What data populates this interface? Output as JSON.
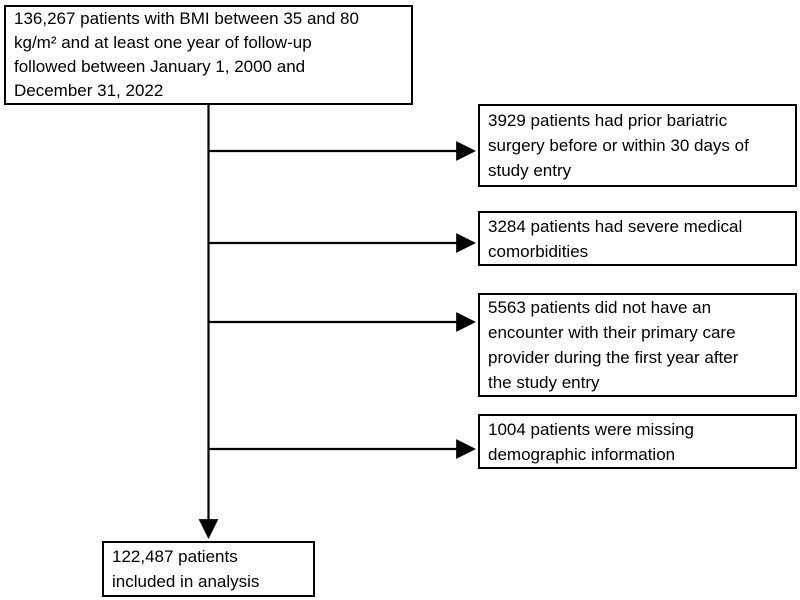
{
  "flowchart": {
    "source_box": {
      "lines": [
        "136,267 patients with BMI between 35 and 80",
        "kg/m² and at least one year of follow-up",
        "followed between January 1, 2000 and",
        "December 31, 2022"
      ]
    },
    "exclusions": [
      {
        "count": "3929",
        "lines": [
          "3929 patients had prior bariatric",
          "surgery before or within 30 days of",
          "study entry"
        ]
      },
      {
        "count": "3284",
        "lines": [
          "3284 patients had severe medical",
          "comorbidities"
        ]
      },
      {
        "count": "5563",
        "lines": [
          "5563 patients did not have an",
          "encounter with their primary care",
          "provider during the first year after",
          "the study entry"
        ]
      },
      {
        "count": "1004",
        "lines": [
          "1004 patients were missing",
          "demographic information"
        ]
      }
    ],
    "result_box": {
      "lines": [
        "122,487 patients",
        "included in analysis"
      ]
    },
    "colors": {
      "background": "#ffffff",
      "box_border": "#000000",
      "text": "#000000",
      "arrow": "#000000"
    }
  }
}
